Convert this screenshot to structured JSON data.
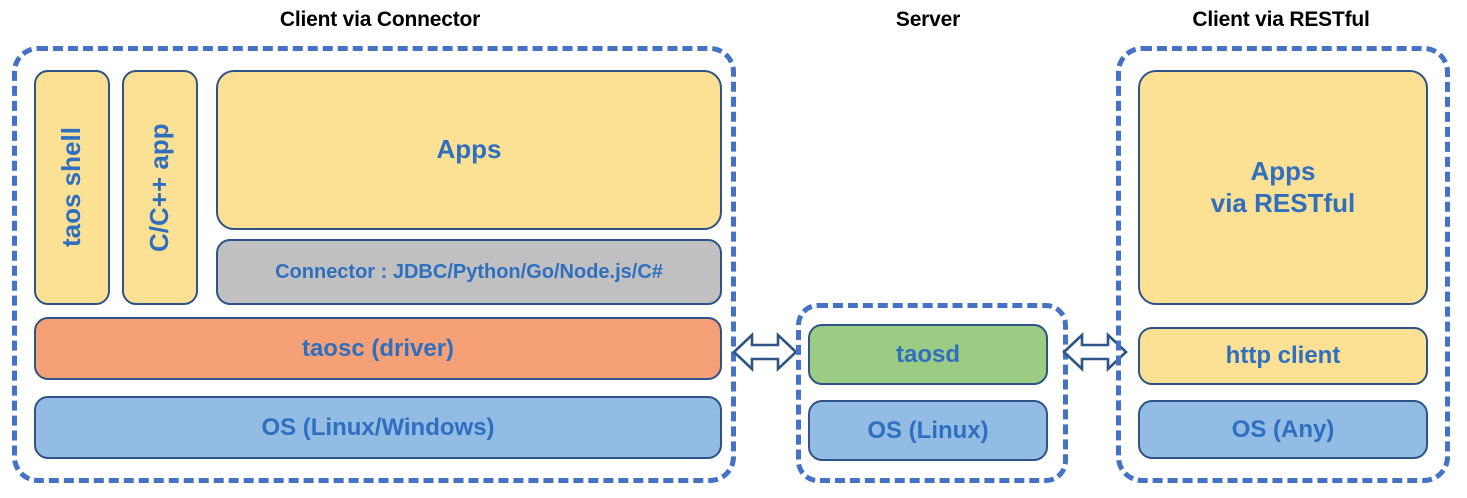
{
  "diagram": {
    "title_client_connector": "Client via Connector",
    "title_server": "Server",
    "title_client_restful": "Client via RESTful",
    "colors": {
      "dashed_border": "#4472C4",
      "box_border": "#2E5387",
      "text_blue": "#2E6FC0",
      "yellow": "#FCE093",
      "orange": "#F5A076",
      "blue": "#92BCE4",
      "green": "#9CCB83",
      "gray": "#C0C0C0",
      "title_black": "#000000"
    }
  },
  "client_connector": {
    "taos_shell": "taos shell",
    "c_cpp_app": "C/C++ app",
    "apps": "Apps",
    "connector": "Connector : JDBC/Python/Go/Node.js/C#",
    "taosc": "taosc (driver)",
    "os": "OS (Linux/Windows)"
  },
  "server": {
    "taosd": "taosd",
    "os": "OS (Linux)"
  },
  "client_restful": {
    "apps_line1": "Apps",
    "apps_line2": "via RESTful",
    "http_client": "http client",
    "os": "OS (Any)"
  },
  "connectors": {
    "left_arrow": "double-headed-arrow",
    "right_arrow": "double-headed-arrow"
  }
}
